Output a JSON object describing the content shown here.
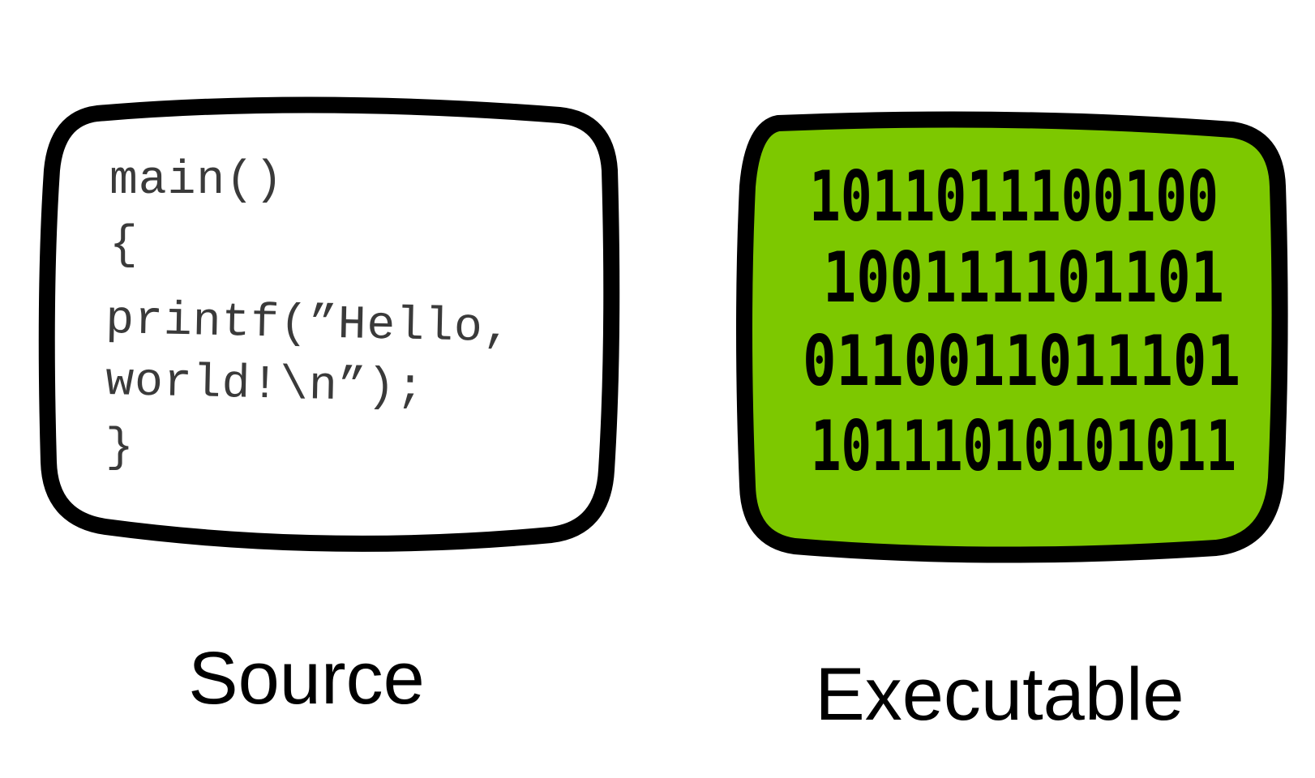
{
  "source_panel": {
    "code_lines": [
      "main()",
      "{",
      "printf(”Hello,",
      "world!\\n”);",
      "}"
    ],
    "label": "Source",
    "fill_color": "#ffffff"
  },
  "executable_panel": {
    "binary_lines": [
      "1011011100100",
      "100111101101",
      "0110011011101",
      "10111010101011"
    ],
    "label": "Executable",
    "fill_color": "#7dc800"
  },
  "outline_color": "#000000"
}
